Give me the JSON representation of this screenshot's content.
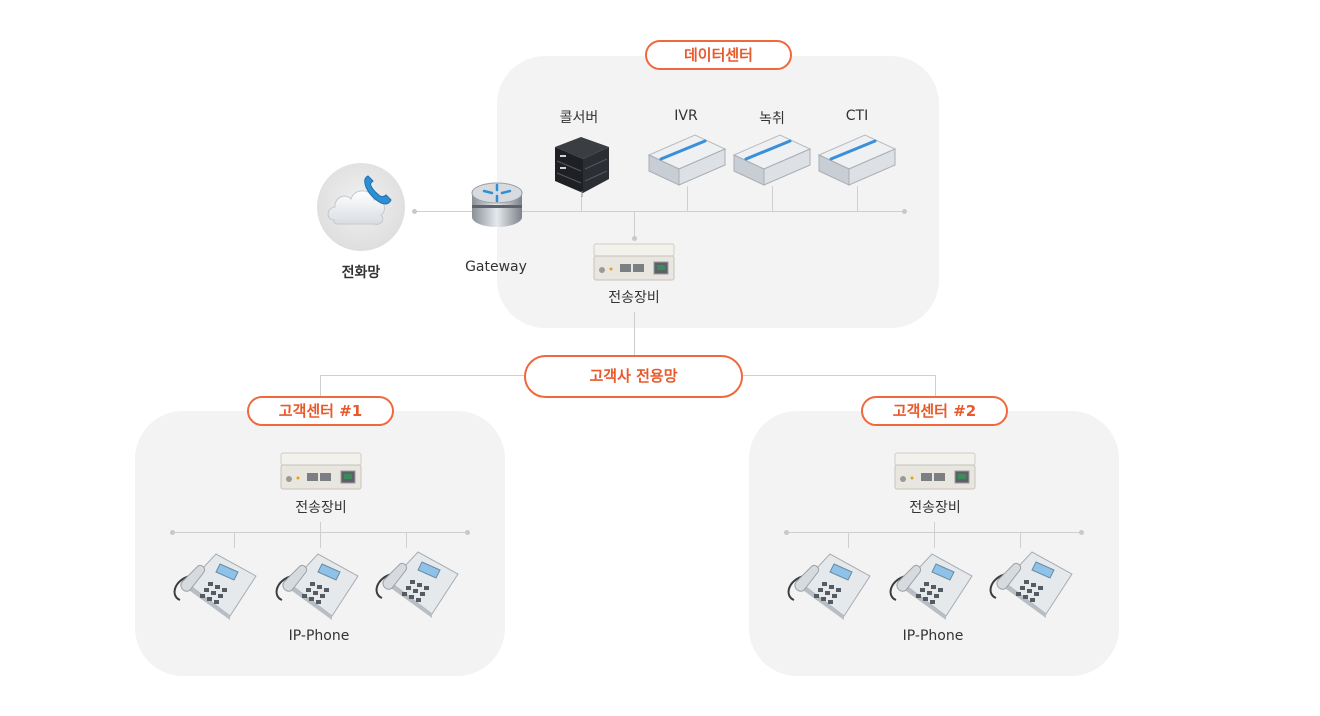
{
  "datacenter": {
    "title": "데이터센터",
    "devices": {
      "callserver": "콜서버",
      "ivr": "IVR",
      "recording": "녹취",
      "cti": "CTI"
    },
    "transmission": "전송장비"
  },
  "external": {
    "phone_network": "전화망",
    "gateway": "Gateway"
  },
  "backbone": {
    "label": "고객사 전용망"
  },
  "centers": [
    {
      "title": "고객센터 #1",
      "transmission": "전송장비",
      "phones_label": "IP-Phone"
    },
    {
      "title": "고객센터 #2",
      "transmission": "전송장비",
      "phones_label": "IP-Phone"
    }
  ],
  "colors": {
    "accent": "#f0683c",
    "panel": "#f3f3f3",
    "line": "#cfcfcf"
  }
}
